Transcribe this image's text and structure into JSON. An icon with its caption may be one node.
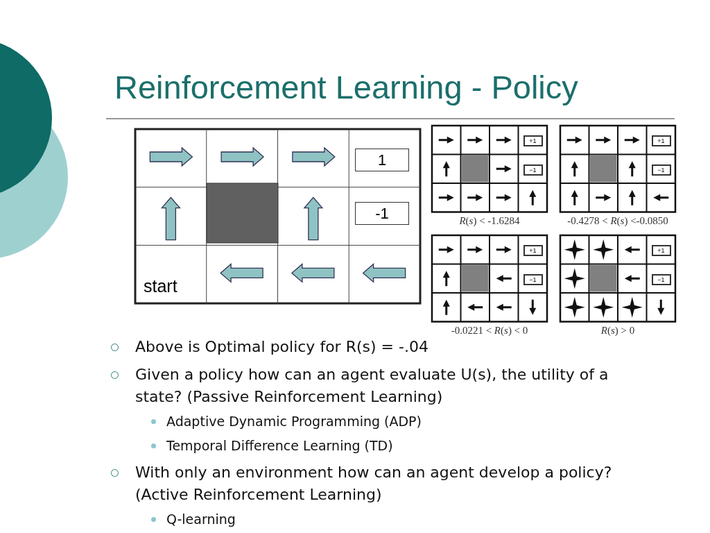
{
  "diagram": {
    "title": "Reinforcement Learning - Policy",
    "labels": [
      "1",
      "-1",
      "start",
      "+1",
      "−1",
      "*R*(*s*) < -1.6284",
      "+1",
      "−1",
      "-0.4278 < *R*(*s*) <-0.0850",
      "+1",
      "−1",
      "-0.0221 < *R*(*s*) < 0",
      "+1",
      "−1",
      "*R*(*s*) > 0",
      "Above is Optimal policy for R(s) = -.04",
      "Given a policy how can an agent evaluate U(s), the utility of a state? (Passive Reinforcement Learning)",
      "Adaptive Dynamic Programming (ADP)",
      "Temporal Difference Learning (TD)",
      "With only an environment how can an agent develop a policy? (Active Reinforcement Learning)",
      "Q-learning"
    ]
  }
}
